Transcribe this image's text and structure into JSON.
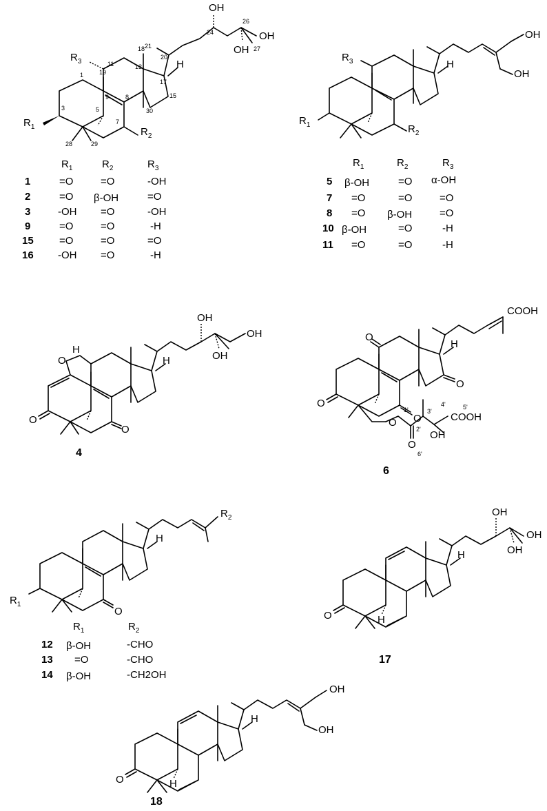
{
  "atoms": {
    "oh": "OH",
    "h": "H",
    "o": "O",
    "cooh": "COOH",
    "r1": "R",
    "r2": "R",
    "r3": "R",
    "sub1": "1",
    "sub2": "2",
    "sub3": "3"
  },
  "s1": {
    "numbers": [
      "1",
      "3",
      "5",
      "7",
      "8",
      "9",
      "11",
      "13",
      "15",
      "17",
      "18",
      "19",
      "20",
      "21",
      "24",
      "26",
      "27",
      "28",
      "29",
      "30"
    ]
  },
  "s6": {
    "primes": [
      "1'",
      "2'",
      "3'",
      "4'",
      "5'",
      "6'"
    ]
  },
  "table_a": {
    "rows": [
      {
        "id": "1",
        "r1": "=O",
        "r2": "=O",
        "r3": "-OH"
      },
      {
        "id": "2",
        "r1": "=O",
        "r2": "β-OH",
        "r3": "=O"
      },
      {
        "id": "3",
        "r1": "-OH",
        "r2": "=O",
        "r3": "-OH"
      },
      {
        "id": "9",
        "r1": "=O",
        "r2": "=O",
        "r3": "-H"
      },
      {
        "id": "15",
        "r1": "=O",
        "r2": "=O",
        "r3": "=O"
      },
      {
        "id": "16",
        "r1": "-OH",
        "r2": "=O",
        "r3": "-H"
      }
    ]
  },
  "table_b": {
    "rows": [
      {
        "id": "5",
        "r1": "β-OH",
        "r2": "=O",
        "r3": "α-OH"
      },
      {
        "id": "7",
        "r1": "=O",
        "r2": "=O",
        "r3": "=O"
      },
      {
        "id": "8",
        "r1": "=O",
        "r2": "β-OH",
        "r3": "=O"
      },
      {
        "id": "10",
        "r1": "β-OH",
        "r2": "=O",
        "r3": "-H"
      },
      {
        "id": "11",
        "r1": "=O",
        "r2": "=O",
        "r3": "-H"
      }
    ]
  },
  "table_c": {
    "rows": [
      {
        "id": "12",
        "r1": "β-OH",
        "r2": "-CHO"
      },
      {
        "id": "13",
        "r1": "=O",
        "r2": "-CHO"
      },
      {
        "id": "14",
        "r1": "β-OH",
        "r2": "-CH2OH"
      }
    ]
  },
  "ids": {
    "c4": "4",
    "c6": "6",
    "c17": "17",
    "c18": "18"
  }
}
